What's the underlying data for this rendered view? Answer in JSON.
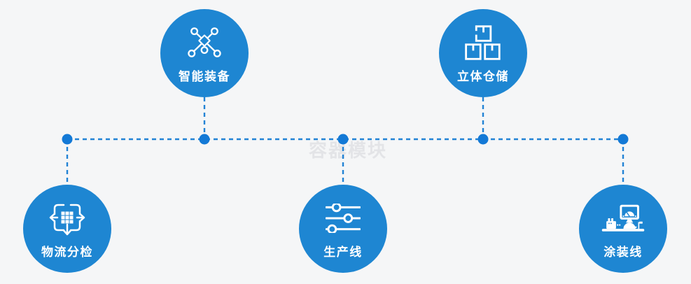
{
  "watermark": "容器模块",
  "colors": {
    "background": "#f5f6f7",
    "node_fill": "#1e86d2",
    "connector_line": "#2283d5",
    "junction_dot": "#1379d6",
    "label_text": "#ffffff",
    "watermark_text": "#e3e4e7"
  },
  "nodes": [
    {
      "label": "智能装备",
      "icon": "network-nodes-icon",
      "position": "top-left"
    },
    {
      "label": "立体仓储",
      "icon": "stacked-boxes-icon",
      "position": "top-right"
    },
    {
      "label": "物流分检",
      "icon": "sorting-arrows-icon",
      "position": "bottom-left"
    },
    {
      "label": "生产线",
      "icon": "sliders-icon",
      "position": "bottom-center"
    },
    {
      "label": "涂装线",
      "icon": "painting-machine-icon",
      "position": "bottom-right"
    }
  ]
}
